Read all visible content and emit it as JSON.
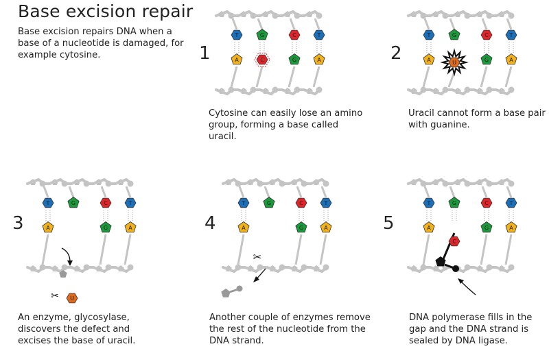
{
  "title": "Base excision repair",
  "intro": "Base excision repairs DNA when a base of a nucleotide is damaged, for example cytosine.",
  "steps": [
    {
      "number": "1",
      "caption": "Cytosine can easily lose an amino group, forming a base called uracil."
    },
    {
      "number": "2",
      "caption": "Uracil cannot form a base pair with guanine."
    },
    {
      "number": "3",
      "caption": "An enzyme, glycosylase, discovers the defect and excises the base of uracil."
    },
    {
      "number": "4",
      "caption": "Another couple of enzymes remove the rest of the nucleotide from the DNA strand."
    },
    {
      "number": "5",
      "caption": "DNA polymerase fills in the gap and the DNA strand is sealed by DNA ligase."
    }
  ],
  "bases": {
    "T": "T",
    "A": "A",
    "G": "G",
    "C": "C",
    "U": "U"
  },
  "colors": {
    "T": "#1a6fb8",
    "A": "#f2b21b",
    "G": "#1a9a3a",
    "C": "#e0252a",
    "U": "#e06a1c",
    "backbone": "#c4c4c4",
    "polymerase": "#111111"
  }
}
